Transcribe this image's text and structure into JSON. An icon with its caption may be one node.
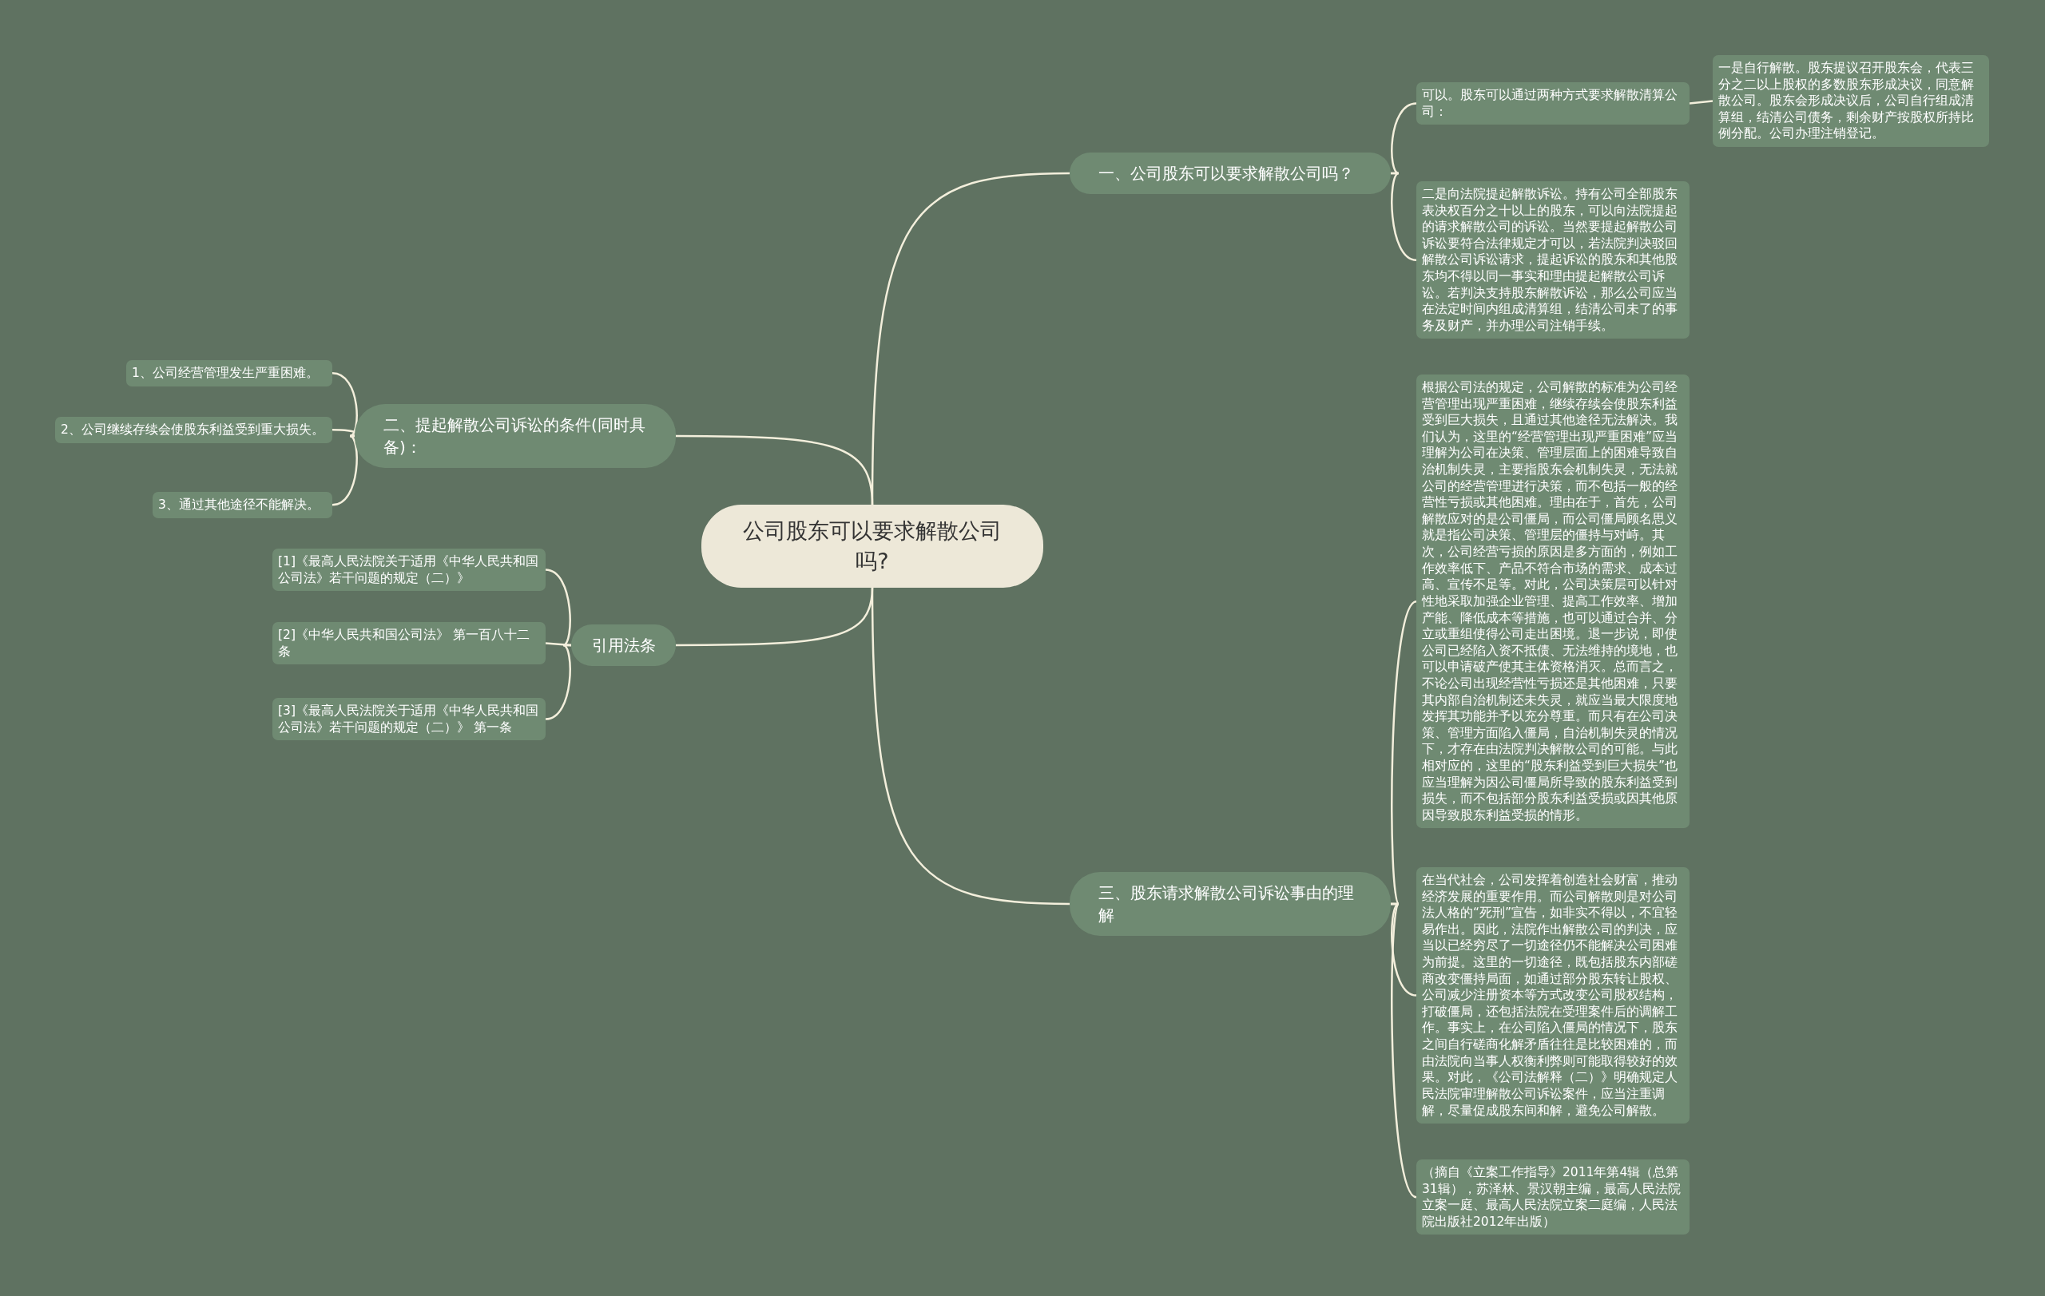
{
  "diagram": {
    "nodes": [
      {
        "text": [
          "公司股东可以要求解散公司吗?"
        ]
      },
      {
        "text": [
          "一、公司股东可以要求解散公司吗？"
        ]
      },
      {
        "text": [
          "可以。股东可以通过两种方式要求解散清算公司："
        ]
      },
      {
        "text": [
          "一是自行解散。股东提议召开股东会，代表三分之二以上股权的多数股东形成决议，同意解散公司。股东会形成决议后，公司自行组成清算组，结清公司债务，剩余财产按股权所持比例分配。公司办理注销登记。"
        ]
      },
      {
        "text": [
          "二是向法院提起解散诉讼。持有公司全部股东表决权百分之十以上的股东，可以向法院提起的请求解散公司的诉讼。当然要提起解散公司诉讼要符合法律规定才可以，若法院判决驳回解散公司诉讼请求，提起诉讼的股东和其他股东均不得以同一事实和理由提起解散公司诉讼。若判决支持股东解散诉讼，那么公司应当在法定时间内组成清算组，结清公司未了的事务及财产，并办理公司注销手续。"
        ]
      },
      {
        "text": [
          "二、提起解散公司诉讼的条件(同时具备)："
        ]
      },
      {
        "text": [
          "1、公司经营管理发生严重困难。"
        ]
      },
      {
        "text": [
          "2、公司继续存续会使股东利益受到重大损失。"
        ]
      },
      {
        "text": [
          "3、通过其他途径不能解决。"
        ]
      },
      {
        "text": [
          "引用法条"
        ]
      },
      {
        "text": [
          "[1]《最高人民法院关于适用《中华人民共和国公司法》若干问题的规定（二）》"
        ]
      },
      {
        "text": [
          "[2]《中华人民共和国公司法》 第一百八十二条"
        ]
      },
      {
        "text": [
          "[3]《最高人民法院关于适用《中华人民共和国公司法》若干问题的规定（二）》 第一条"
        ]
      },
      {
        "text": [
          "三、股东请求解散公司诉讼事由的理解"
        ]
      },
      {
        "text": [
          "根据公司法的规定，公司解散的标准为公司经营管理出现严重困难，继续存续会使股东利益受到巨大损失，且通过其他途径无法解决。我们认为，这里的“经营管理出现严重困难”应当理解为公司在决策、管理层面上的困难导致自治机制失灵，主要指股东会机制失灵，无法就公司的经营管理进行决策，而不包括一般的经营性亏损或其他困难。理由在于，首先，公司解散应对的是公司僵局，而公司僵局顾名思义就是指公司决策、管理层的僵持与对峙。其次，公司经营亏损的原因是多方面的，例如工作效率低下、产品不符合市场的需求、成本过高、宣传不足等。对此，公司决策层可以针对性地采取加强企业管理、提高工作效率、增加产能、降低成本等措施，也可以通过合并、分立或重组使得公司走出困境。退一步说，即使公司已经陷入资不抵债、无法维持的境地，也可以申请破产使其主体资格消灭。总而言之，不论公司出现经营性亏损还是其他困难，只要其内部自治机制还未失灵，就应当最大限度地发挥其功能并予以充分尊重。而只有在公司决策、管理方面陷入僵局，自治机制失灵的情况下，才存在由法院判决解散公司的可能。与此相对应的，这里的“股东利益受到巨大损失”也应当理解为因公司僵局所导致的股东利益受到损失，而不包括部分股东利益受损或因其他原因导致股东利益受损的情形。"
        ]
      },
      {
        "text": [
          "在当代社会，公司发挥着创造社会财富，推动经济发展的重要作用。而公司解散则是对公司法人格的“死刑”宣告，如非实不得以，不宜轻易作出。因此，法院作出解散公司的判决，应当以已经穷尽了一切途径仍不能解决公司困难为前提。这里的一切途径，既包括股东内部磋商改变僵持局面，如通过部分股东转让股权、公司减少注册资本等方式改变公司股权结构，打破僵局，还包括法院在受理案件后的调解工作。事实上，在公司陷入僵局的情况下，股东之间自行磋商化解矛盾往往是比较困难的，而由法院向当事人权衡利弊则可能取得较好的效果。对此，《公司法解释（二）》明确规定人民法院审理解散公司诉讼案件，应当注重调解，尽量促成股东间和解，避免公司解散。"
        ]
      },
      {
        "text": [
          "（摘自《立案工作指导》2011年第4辑（总第31辑），苏泽林、景汉朝主编，最高人民法院立案一庭、最高人民法院立案二庭编，人民法院出版社2012年出版）"
        ]
      }
    ],
    "edges": [
      {
        "from": 0,
        "to": 1,
        "arrow": "none"
      },
      {
        "from": 1,
        "to": 2,
        "arrow": "none"
      },
      {
        "from": 2,
        "to": 3,
        "arrow": "none"
      },
      {
        "from": 1,
        "to": 4,
        "arrow": "none"
      },
      {
        "from": 0,
        "to": 5,
        "arrow": "none"
      },
      {
        "from": 5,
        "to": 6,
        "arrow": "none"
      },
      {
        "from": 5,
        "to": 7,
        "arrow": "none"
      },
      {
        "from": 5,
        "to": 8,
        "arrow": "none"
      },
      {
        "from": 0,
        "to": 9,
        "arrow": "none"
      },
      {
        "from": 9,
        "to": 10,
        "arrow": "none"
      },
      {
        "from": 9,
        "to": 11,
        "arrow": "none"
      },
      {
        "from": 9,
        "to": 12,
        "arrow": "none"
      },
      {
        "from": 0,
        "to": 13,
        "arrow": "none"
      },
      {
        "from": 13,
        "to": 14,
        "arrow": "none"
      },
      {
        "from": 13,
        "to": 15,
        "arrow": "none"
      },
      {
        "from": 13,
        "to": 16,
        "arrow": "none"
      }
    ]
  }
}
